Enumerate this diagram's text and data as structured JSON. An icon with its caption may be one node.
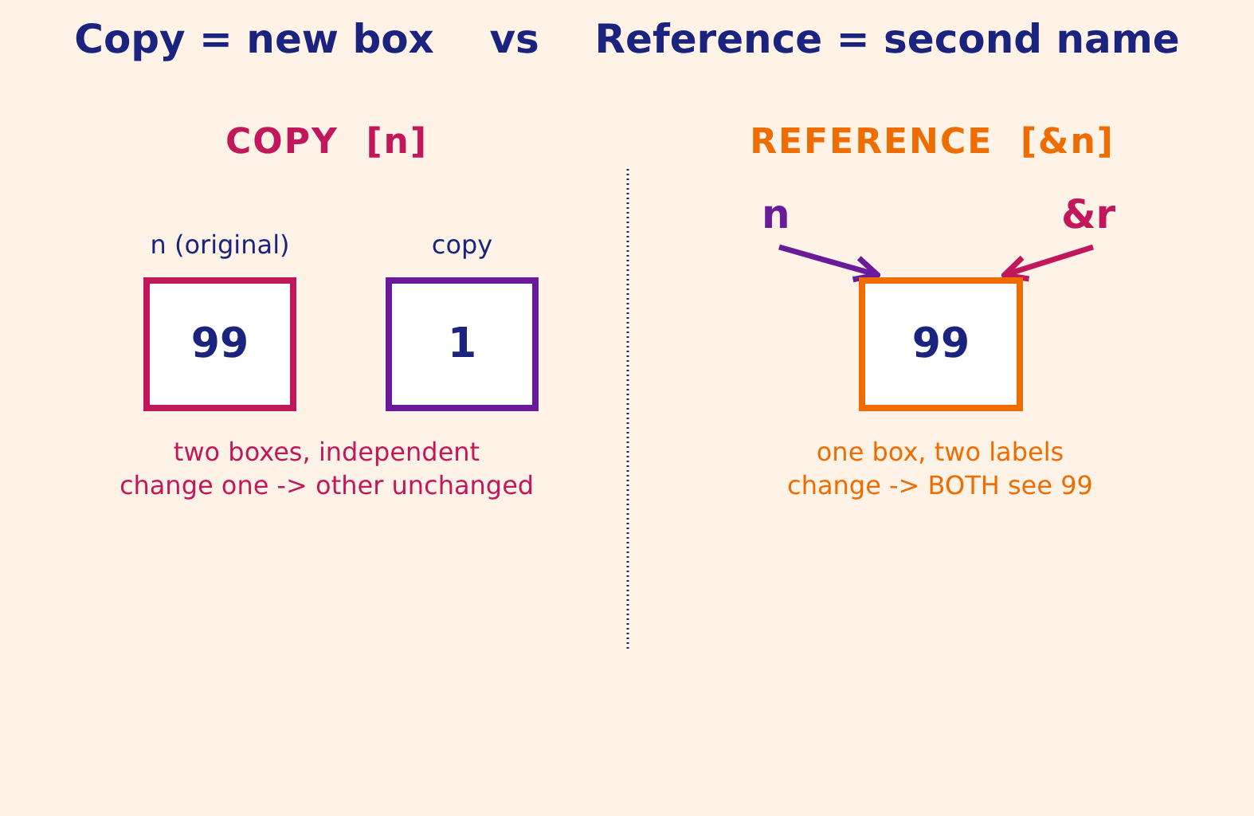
{
  "diagram": {
    "title": "Copy = new box    vs    Reference = second name",
    "nodes": [
      {
        "text": [
          "99"
        ],
        "beside": [
          "n (original)"
        ]
      },
      {
        "text": [
          "1"
        ],
        "beside": [
          "copy"
        ]
      },
      {
        "text": [
          "n"
        ]
      },
      {
        "text": [
          "&r"
        ]
      },
      {
        "text": [
          "99"
        ]
      }
    ],
    "edges": [
      {
        "from": 2,
        "to": 4,
        "arrow": "to",
        "color": "#6a1b9a"
      },
      {
        "from": 3,
        "to": 4,
        "arrow": "to",
        "color": "#c2185b"
      }
    ],
    "labels": [
      "COPY  [n]",
      "REFERENCE  [&n]",
      "two boxes, independent",
      "change one -> other unchanged",
      "one box, two labels",
      "change -> BOTH see 99"
    ]
  }
}
